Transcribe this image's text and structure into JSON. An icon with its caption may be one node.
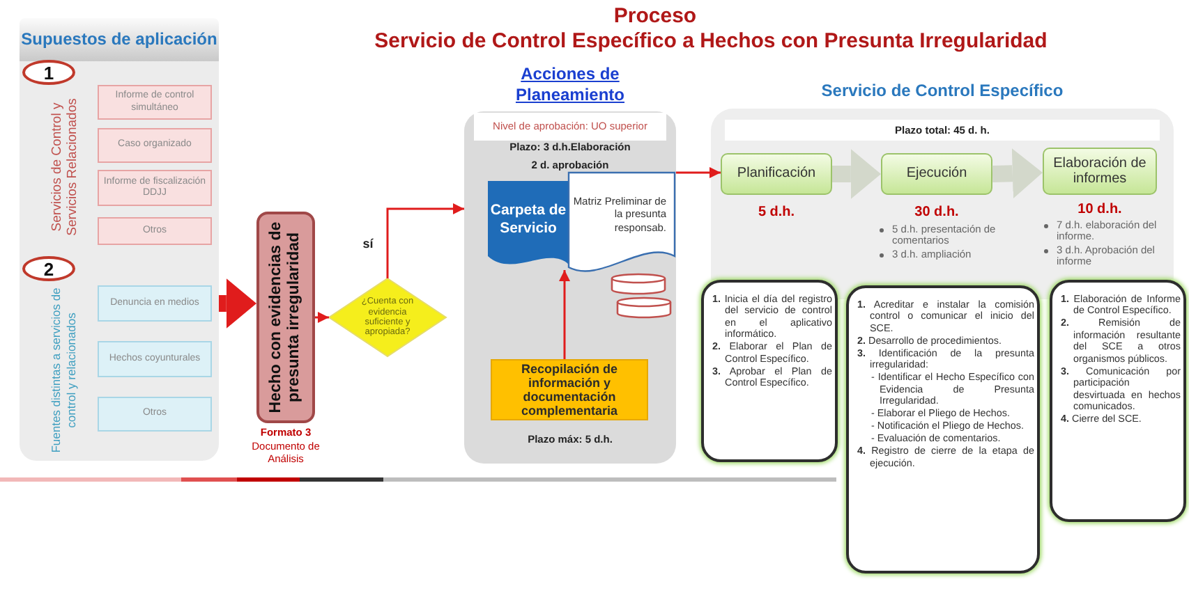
{
  "diagram": {
    "title": "Proceso",
    "nodes": [
      {
        "text": [
          "Supuestos de aplicación"
        ]
      },
      {
        "text": [
          "1"
        ],
        "in": 0
      },
      {
        "text": [
          "Informe de control simultáneo"
        ],
        "in": 0
      },
      {
        "text": [
          "Caso organizado"
        ],
        "in": 0
      },
      {
        "text": [
          "Informe de fiscalización DDJJ"
        ],
        "in": 0
      },
      {
        "text": [
          "Otros"
        ],
        "in": 0
      },
      {
        "text": [
          "2"
        ],
        "in": 0
      },
      {
        "text": [
          "Denuncia en medios"
        ],
        "in": 0
      },
      {
        "text": [
          "Hechos coyunturales"
        ],
        "in": 0
      },
      {
        "text": [
          "Otros"
        ],
        "in": 0
      },
      {
        "text": [
          "Hecho con evidencias de presunta irregularidad"
        ],
        "beside": [
          "Formato 3",
          "Documento de Análisis"
        ]
      },
      {
        "text": [
          "¿Cuenta con evidencia suficiente y apropiada?"
        ]
      },
      {
        "text": [
          "Acciones de Planeamiento",
          "Plazo: 3 d.h.Elaboración",
          "2 d. aprobación",
          "Plazo máx: 5 d.h."
        ]
      },
      {
        "text": [
          "Nivel de aprobación: UO superior"
        ],
        "in": 12
      },
      {
        "text": [
          "Carpeta de Servicio"
        ],
        "in": 12
      },
      {
        "text": [
          "Matriz Preliminar de la presunta responsab."
        ],
        "in": 12
      },
      {
        "text": [],
        "shape": "cylinder",
        "in": 12
      },
      {
        "text": [],
        "shape": "cylinder",
        "in": 12
      },
      {
        "text": [
          "Recopilación de información y documentación complementaria"
        ],
        "in": 12
      },
      {
        "text": [
          "Servicio de Control Específico"
        ]
      },
      {
        "text": [
          "Plazo total: 45 d. h."
        ],
        "in": 19
      },
      {
        "text": [
          "Planificación"
        ],
        "in": 19,
        "beside": [
          "5 d.h."
        ]
      },
      {
        "text": [
          "Ejecución"
        ],
        "in": 19,
        "beside": [
          "30 d.h.",
          "5 d.h. presentación de comentarios",
          "3 d.h. ampliación"
        ]
      },
      {
        "text": [
          "Elaboración de informes"
        ],
        "in": 19,
        "beside": [
          "10 d.h.",
          "7 d.h. elaboración del informe.",
          "3 d.h. Aprobación del informe"
        ]
      },
      {
        "text": [
          "**1.** Inicia el día del registro del servicio de control en el aplicativo informático.",
          "**2.** Elaborar el Plan de Control Específico.",
          "**3.** Aprobar el Plan de Control Específico."
        ]
      },
      {
        "text": [
          "**1.** Acreditar e instalar la comisión control o comunicar el inicio del SCE.",
          "**2.** Desarrollo de procedimientos.",
          "**3.** Identificación de la presunta irregularidad:",
          "- Identificar el Hecho Específico con Evidencia de Presunta Irregularidad.",
          "- Elaborar el Pliego de Hechos.",
          "- Notificación el Pliego de Hechos.",
          "- Evaluación de comentarios.",
          "**4.** Registro de cierre de la etapa de ejecución."
        ]
      },
      {
        "text": [
          "**1.** Elaboración de Informe de Control Específico.",
          "**2.** Remisión de información resultante del SCE a otros organismos públicos.",
          "**3.** Comunicación por participación desvirtuada en hechos comunicados.",
          "**4.** Cierre del SCE."
        ]
      }
    ],
    "edges": [
      {
        "from": 0,
        "to": 10,
        "arrow": "to",
        "style": "thick"
      },
      {
        "from": 10,
        "to": 11,
        "arrow": "to"
      },
      {
        "from": 11,
        "to": 12,
        "arrow": "to",
        "label": "sí"
      },
      {
        "from": 18,
        "to": 14,
        "arrow": "to"
      },
      {
        "from": 12,
        "to": 21,
        "arrow": "to"
      },
      {
        "from": 21,
        "to": 22,
        "arrow": "to",
        "style": "thick",
        "color": "#d3d8cb"
      },
      {
        "from": 22,
        "to": 23,
        "arrow": "to",
        "style": "thick",
        "color": "#d3d8cb"
      }
    ],
    "labels": [
      "Servicio de Control Específico a Hechos con Presunta Irregularidad",
      "Servicios de Control y Servicios Relacionados",
      "Fuentes distintas a servicios de control y relacionados"
    ]
  }
}
